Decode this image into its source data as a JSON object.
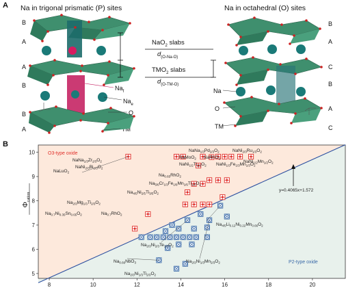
{
  "panel_a": {
    "letter": "A",
    "title_left": "Na in trigonal prismatic (P) sites",
    "title_right": "Na in octahedral (O) sites",
    "left_stack": [
      "B",
      "A",
      "A",
      "B",
      "B",
      "A"
    ],
    "right_stack": [
      "B",
      "A",
      "C",
      "B",
      "A",
      "C"
    ],
    "slab1": "NaO",
    "slab1_sub": "2",
    "slab1_suffix": " slabs",
    "d1": "d",
    "d1_sub": "(O-Na-O)",
    "slab2": "TMO",
    "slab2_sub": "2",
    "slab2_suffix": " slabs",
    "d2": "d",
    "d2_sub": "(O-TM-O)",
    "naf": "Na",
    "naf_sub": "f",
    "nae": "Na",
    "nae_sub": "e",
    "o_left": "O",
    "tm_left": "TM",
    "na_right": "Na",
    "o_right": "O",
    "tm_right": "TM"
  },
  "panel_b": {
    "letter": "B",
    "o3_region": "O3-type oxide",
    "p2_region": "P2-type oxide",
    "equation": "y=0.4065x+1.572",
    "ylabel": "Φ",
    "ylabel_sub": "cation"
  },
  "colors": {
    "o3_bg": "#fde9dc",
    "p2_bg": "#e8f1ec",
    "o3_red": "#e0302a",
    "p2_blue": "#3a6aa8",
    "line": "#2b4fa0",
    "octahedron": "#3f8f6e",
    "na": "#1a7a78",
    "oxygen": "#cc2222"
  },
  "chart_data": {
    "type": "scatter",
    "title": "",
    "xlabel": "",
    "ylabel": "Φcation",
    "xlim": [
      7.5,
      21.5
    ],
    "ylim": [
      4.8,
      10.3
    ],
    "xticks": [
      8,
      10,
      12,
      14,
      16,
      18,
      20
    ],
    "yticks": [
      5,
      6,
      7,
      8,
      9,
      10
    ],
    "regression": {
      "slope": 0.4065,
      "intercept": 1.572,
      "label": "y=0.4065x+1.572"
    },
    "series": [
      {
        "values": [
          {
            "x": 11.6,
            "y": 9.82
          },
          {
            "x": 13.8,
            "y": 9.82
          },
          {
            "x": 14.1,
            "y": 9.82
          },
          {
            "x": 15.0,
            "y": 9.82
          },
          {
            "x": 15.7,
            "y": 9.82
          },
          {
            "x": 16.0,
            "y": 9.82
          },
          {
            "x": 16.3,
            "y": 9.82
          },
          {
            "x": 16.7,
            "y": 9.82
          },
          {
            "x": 17.2,
            "y": 9.82
          },
          {
            "x": 15.4,
            "y": 9.8
          },
          {
            "x": 14.8,
            "y": 9.45
          },
          {
            "x": 15.3,
            "y": 8.85
          },
          {
            "x": 15.7,
            "y": 8.85
          },
          {
            "x": 16.1,
            "y": 8.85
          },
          {
            "x": 14.6,
            "y": 8.7
          },
          {
            "x": 15.0,
            "y": 8.7
          },
          {
            "x": 14.3,
            "y": 8.35
          },
          {
            "x": 15.9,
            "y": 8.15
          },
          {
            "x": 14.2,
            "y": 7.85
          },
          {
            "x": 14.6,
            "y": 7.85
          },
          {
            "x": 15.0,
            "y": 7.85
          },
          {
            "x": 15.3,
            "y": 7.85
          },
          {
            "x": 12.5,
            "y": 7.45
          },
          {
            "x": 11.9,
            "y": 6.85
          }
        ]
      },
      {
        "values": [
          {
            "x": 12.2,
            "y": 6.5
          },
          {
            "x": 12.6,
            "y": 6.5
          },
          {
            "x": 12.9,
            "y": 6.5
          },
          {
            "x": 13.2,
            "y": 6.5
          },
          {
            "x": 13.5,
            "y": 6.5
          },
          {
            "x": 13.8,
            "y": 6.5
          },
          {
            "x": 14.1,
            "y": 6.5
          },
          {
            "x": 14.4,
            "y": 6.5
          },
          {
            "x": 14.7,
            "y": 6.5
          },
          {
            "x": 15.2,
            "y": 6.5
          },
          {
            "x": 13.3,
            "y": 6.75
          },
          {
            "x": 13.9,
            "y": 6.85
          },
          {
            "x": 14.6,
            "y": 6.85
          },
          {
            "x": 14.3,
            "y": 7.2
          },
          {
            "x": 13.6,
            "y": 7.0
          },
          {
            "x": 13.9,
            "y": 6.2
          },
          {
            "x": 14.5,
            "y": 6.2
          },
          {
            "x": 13.4,
            "y": 6.05
          },
          {
            "x": 13.0,
            "y": 5.55
          },
          {
            "x": 14.2,
            "y": 5.4
          },
          {
            "x": 13.8,
            "y": 5.2
          },
          {
            "x": 14.9,
            "y": 7.45
          },
          {
            "x": 15.3,
            "y": 7.2
          },
          {
            "x": 15.8,
            "y": 7.8
          },
          {
            "x": 16.1,
            "y": 7.35
          },
          {
            "x": 15.2,
            "y": 6.9
          }
        ]
      }
    ]
  }
}
